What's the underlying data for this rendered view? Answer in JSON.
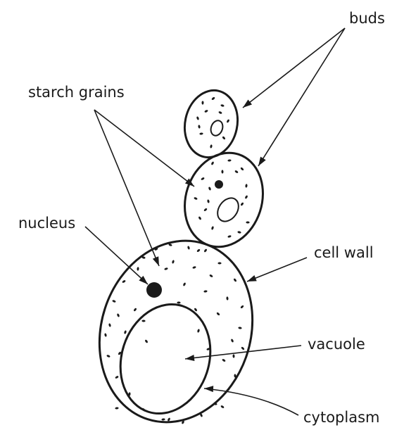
{
  "labels": {
    "buds": "buds",
    "starch_grains": "starch grains",
    "nucleus": "nucleus",
    "cell_wall": "cell wall",
    "vacuole": "vacuole",
    "cytoplasm": "cytoplasm"
  },
  "colors": {
    "ink": "#1a1a1a",
    "background": "#ffffff"
  }
}
